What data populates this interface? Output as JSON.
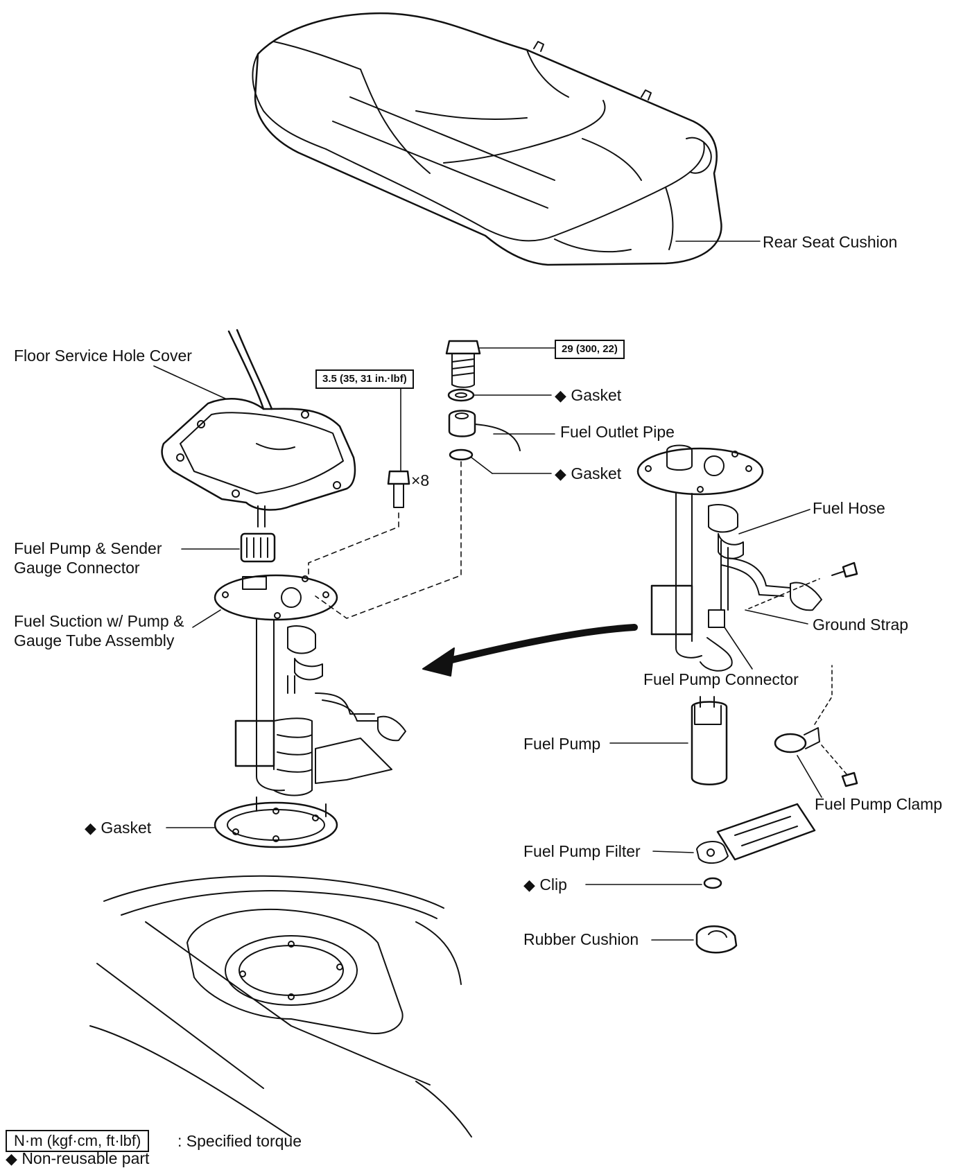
{
  "labels": {
    "rear_seat_cushion": "Rear Seat Cushion",
    "floor_service_hole_cover": "Floor Service Hole Cover",
    "fuel_pump_sender_connector_1": "Fuel Pump & Sender",
    "fuel_pump_sender_connector_2": "Gauge Connector",
    "fuel_suction_assembly_1": "Fuel Suction w/ Pump &",
    "fuel_suction_assembly_2": "Gauge Tube Assembly",
    "gasket_bottom": "Gasket",
    "gasket_upper": "Gasket",
    "gasket_lower": "Gasket",
    "fuel_outlet_pipe": "Fuel Outlet Pipe",
    "fuel_hose": "Fuel Hose",
    "ground_strap": "Ground Strap",
    "fuel_pump_connector": "Fuel Pump Connector",
    "fuel_pump": "Fuel Pump",
    "fuel_pump_clamp": "Fuel Pump Clamp",
    "fuel_pump_filter": "Fuel Pump Filter",
    "clip": "Clip",
    "rubber_cushion": "Rubber Cushion",
    "bolt_count": "×8"
  },
  "torques": {
    "union_bolt": "29 (300, 22)",
    "cover_bolts": "3.5 (35, 31 in.·lbf)"
  },
  "legend": {
    "torque_units": "N·m (kgf·cm, ft·lbf)",
    "torque_desc": ": Specified torque",
    "non_reusable_symbol": "◆",
    "non_reusable_desc": "Non-reusable part"
  },
  "symbols": {
    "non_reusable": "◆"
  }
}
